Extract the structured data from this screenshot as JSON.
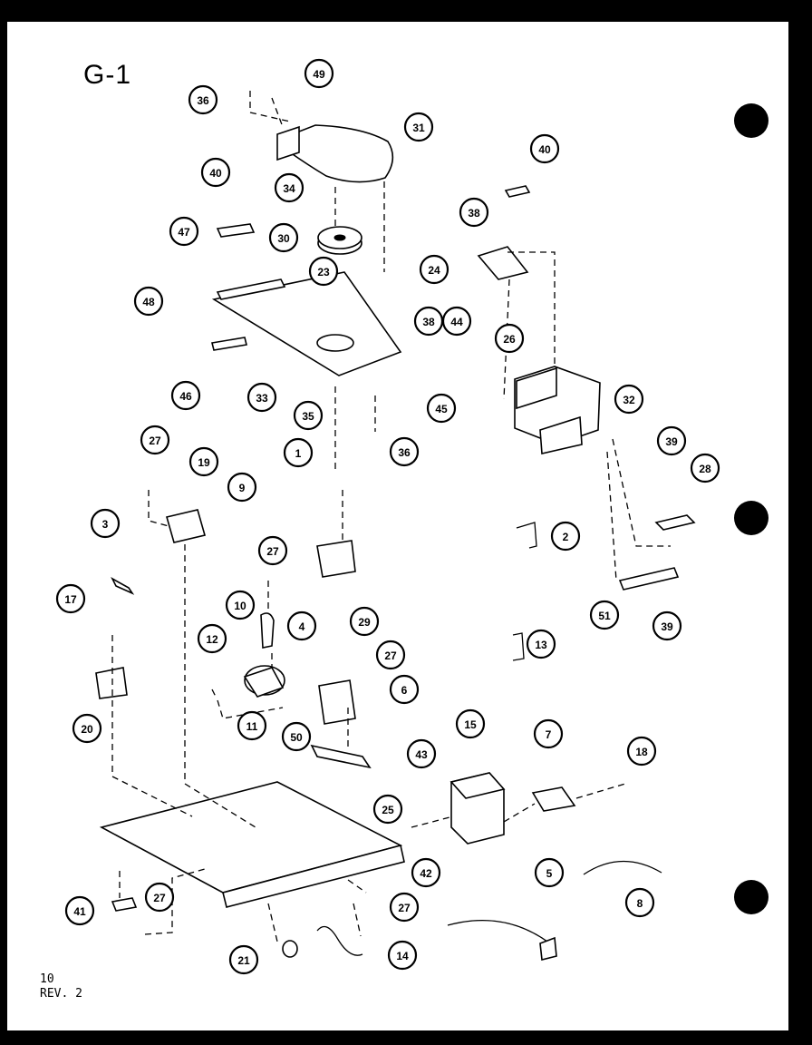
{
  "sheet": {
    "title": "G-1",
    "page_number": "10",
    "revision": "REV. 2"
  },
  "callouts": [
    "36",
    "49",
    "31",
    "40",
    "34",
    "30",
    "47",
    "23",
    "24",
    "48",
    "38",
    "44",
    "46",
    "33",
    "45",
    "35",
    "1",
    "36",
    "40",
    "38",
    "26",
    "32",
    "27",
    "19",
    "9",
    "39",
    "28",
    "3",
    "2",
    "27",
    "29",
    "17",
    "10",
    "4",
    "51",
    "39",
    "12",
    "27",
    "13",
    "20",
    "11",
    "6",
    "50",
    "43",
    "15",
    "7",
    "18",
    "25",
    "42",
    "5",
    "41",
    "27",
    "27",
    "8",
    "21",
    "14"
  ]
}
